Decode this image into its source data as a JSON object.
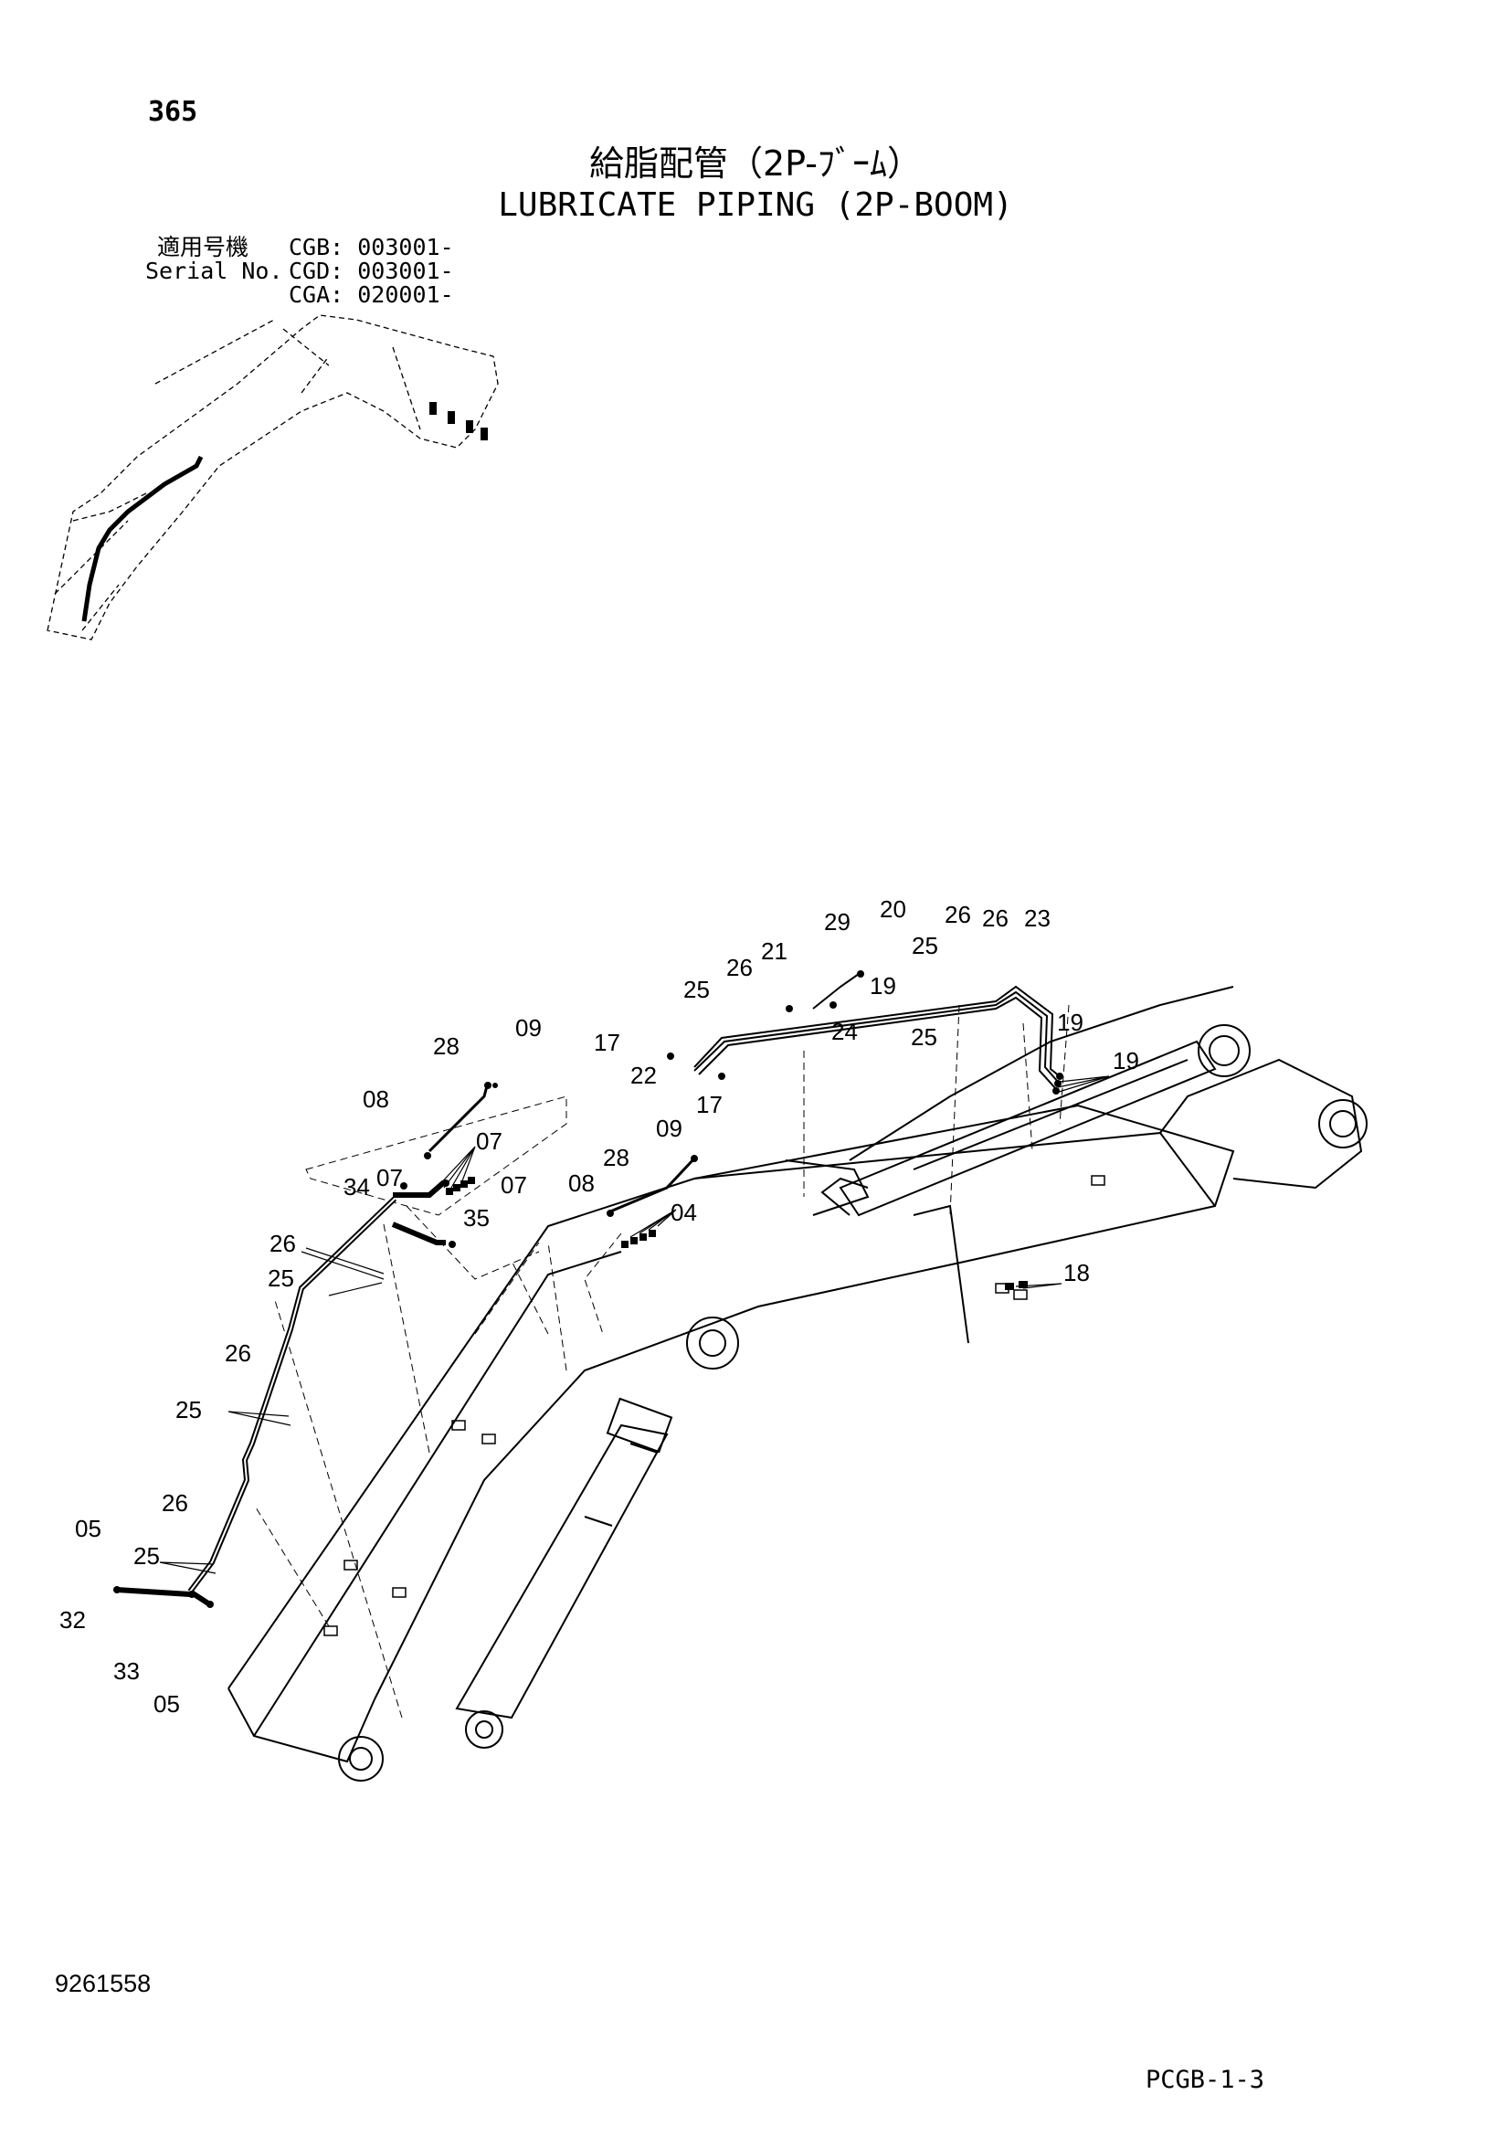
{
  "header": {
    "page_number": "365",
    "title_ja": "給脂配管（2P-ﾌﾞｰﾑ）",
    "title_en": "LUBRICATE PIPING (2P-BOOM)"
  },
  "serial": {
    "label_ja": "適用号機",
    "label_en": "Serial No.",
    "entries": [
      "CGB: 003001-",
      "CGD: 003001-",
      "CGA: 020001-"
    ]
  },
  "footer": {
    "doc_number": "9261558",
    "page_code": "PCGB-1-3"
  },
  "callouts": [
    "29",
    "20",
    "26",
    "26",
    "23",
    "21",
    "25",
    "26",
    "19",
    "25",
    "25",
    "24",
    "19",
    "19",
    "17",
    "22",
    "17",
    "09",
    "28",
    "08",
    "07",
    "34",
    "07",
    "35",
    "07",
    "09",
    "28",
    "08",
    "04",
    "26",
    "25",
    "26",
    "25",
    "18",
    "26",
    "25",
    "05",
    "32",
    "33",
    "05"
  ]
}
